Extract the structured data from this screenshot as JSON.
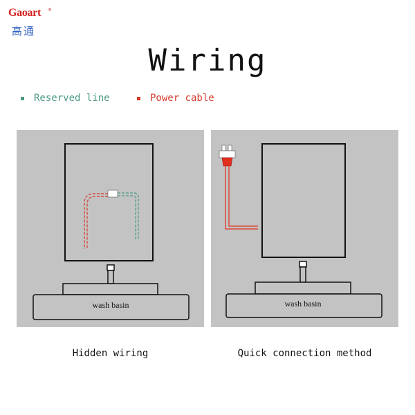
{
  "brand": {
    "name": "Gaoart",
    "registered_mark": "®",
    "chinese_name": "高通"
  },
  "title": "Wiring",
  "legend": [
    {
      "label": "Reserved line",
      "color": "#4a9a86"
    },
    {
      "label": "Power cable",
      "color": "#d63a2a"
    }
  ],
  "panels": [
    {
      "basin_label": "wash basin",
      "caption": "Hidden wiring"
    },
    {
      "basin_label": "wash basin",
      "caption": "Quick connection method"
    }
  ]
}
